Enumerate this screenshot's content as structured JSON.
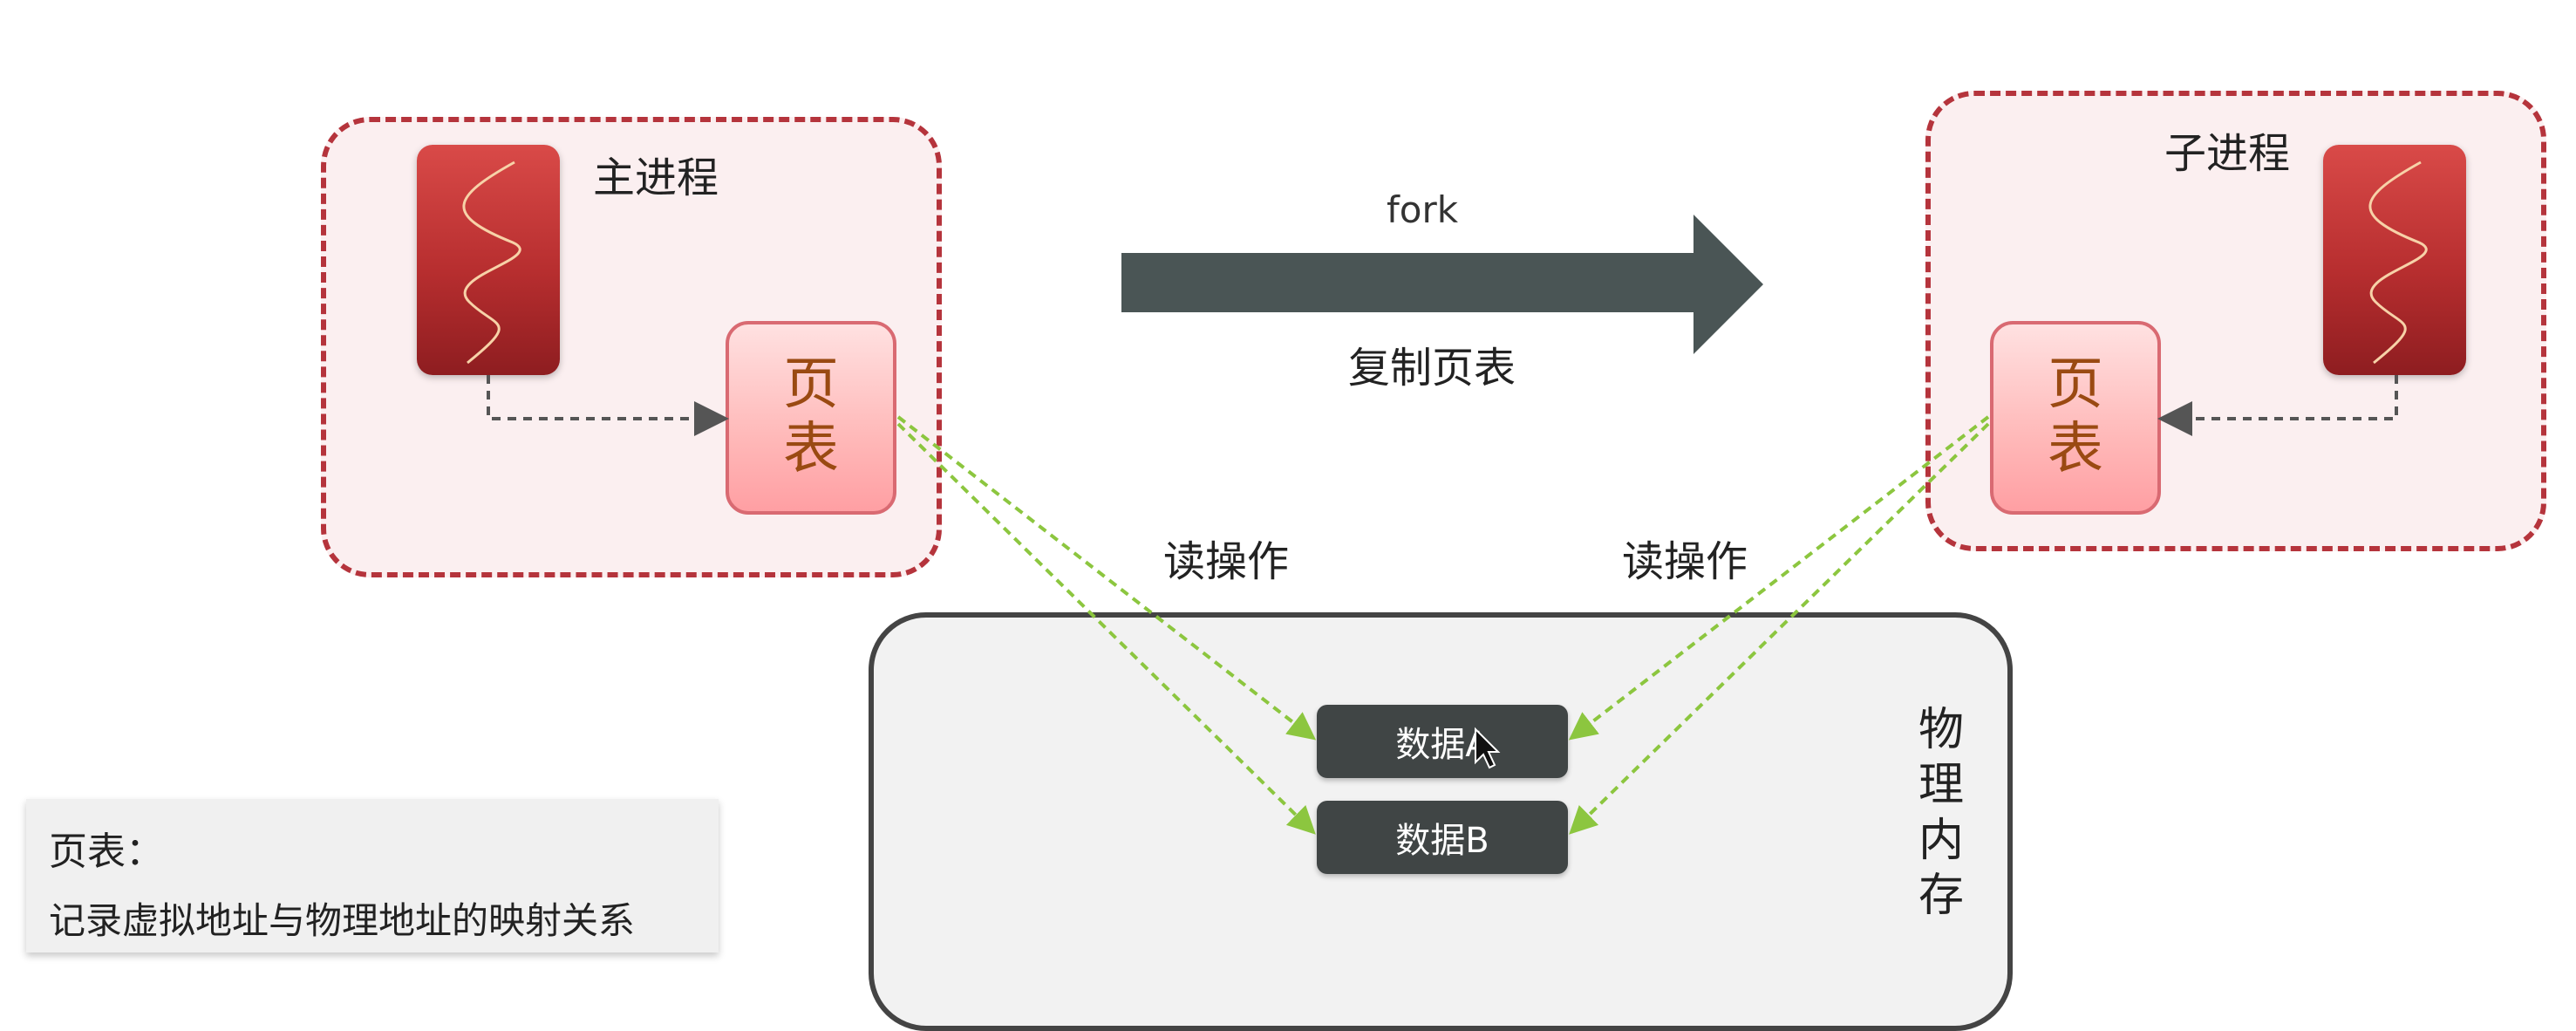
{
  "parent": {
    "title": "主进程",
    "page_table": [
      "页",
      "表"
    ]
  },
  "child": {
    "title": "子进程",
    "page_table": [
      "页",
      "表"
    ]
  },
  "fork_arrow": {
    "top_label": "fork",
    "bottom_label": "复制页表"
  },
  "read_op_left": "读操作",
  "read_op_right": "读操作",
  "memory": {
    "label_chars": [
      "物",
      "理",
      "内",
      "存"
    ],
    "data_a": "数据A",
    "data_b": "数据B"
  },
  "note": {
    "title": "页表：",
    "description": "记录虚拟地址与物理地址的映射关系"
  },
  "colors": {
    "process_border": "#b5343c",
    "process_fill": "#fbeff0",
    "thread_red": "#c0392b",
    "page_table_fill": "#ffb9b9",
    "page_table_text": "#9a4a12",
    "fork_arrow": "#4a5555",
    "read_arrow_green": "#8cc63f",
    "memory_border": "#444444",
    "data_chip": "#404545"
  }
}
